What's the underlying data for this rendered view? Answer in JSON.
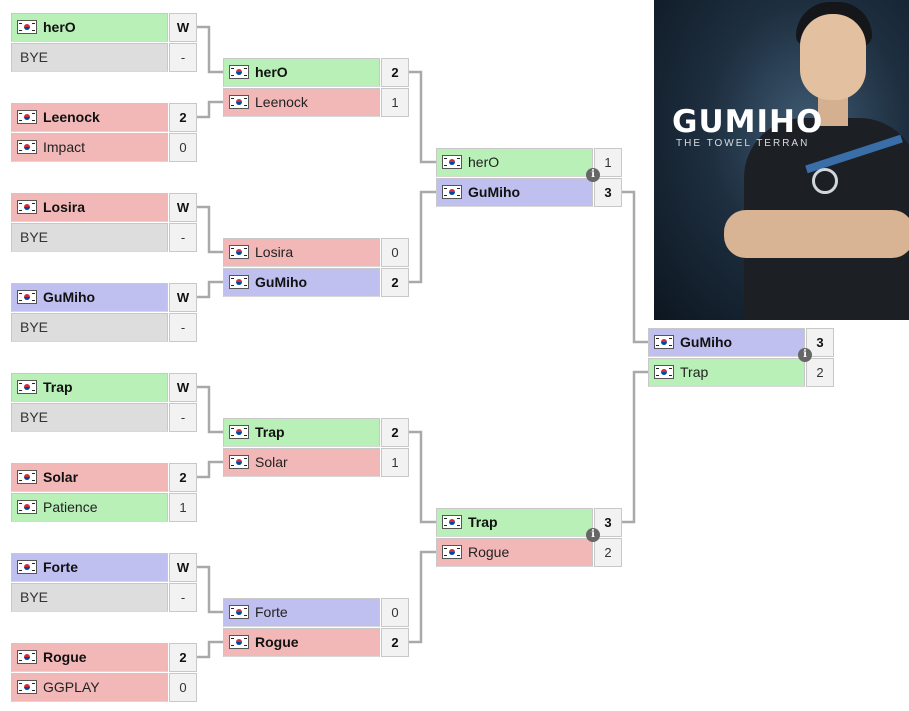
{
  "matches": {
    "r1": [
      {
        "p": [
          {
            "name": "herO",
            "score": "W",
            "win": true,
            "color": "green"
          },
          {
            "name": "BYE",
            "score": "-",
            "bye": true,
            "color": "gray"
          }
        ]
      },
      {
        "p": [
          {
            "name": "Leenock",
            "score": "2",
            "win": true,
            "color": "red"
          },
          {
            "name": "Impact",
            "score": "0",
            "color": "red"
          }
        ]
      },
      {
        "p": [
          {
            "name": "Losira",
            "score": "W",
            "win": true,
            "color": "red"
          },
          {
            "name": "BYE",
            "score": "-",
            "bye": true,
            "color": "gray"
          }
        ]
      },
      {
        "p": [
          {
            "name": "GuMiho",
            "score": "W",
            "win": true,
            "color": "blue"
          },
          {
            "name": "BYE",
            "score": "-",
            "bye": true,
            "color": "gray"
          }
        ]
      },
      {
        "p": [
          {
            "name": "Trap",
            "score": "W",
            "win": true,
            "color": "green"
          },
          {
            "name": "BYE",
            "score": "-",
            "bye": true,
            "color": "gray"
          }
        ]
      },
      {
        "p": [
          {
            "name": "Solar",
            "score": "2",
            "win": true,
            "color": "red"
          },
          {
            "name": "Patience",
            "score": "1",
            "color": "green"
          }
        ]
      },
      {
        "p": [
          {
            "name": "Forte",
            "score": "W",
            "win": true,
            "color": "blue"
          },
          {
            "name": "BYE",
            "score": "-",
            "bye": true,
            "color": "gray"
          }
        ]
      },
      {
        "p": [
          {
            "name": "Rogue",
            "score": "2",
            "win": true,
            "color": "red"
          },
          {
            "name": "GGPLAY",
            "score": "0",
            "color": "red"
          }
        ]
      }
    ],
    "r2": [
      {
        "p": [
          {
            "name": "herO",
            "score": "2",
            "win": true,
            "color": "green"
          },
          {
            "name": "Leenock",
            "score": "1",
            "color": "red"
          }
        ]
      },
      {
        "p": [
          {
            "name": "Losira",
            "score": "0",
            "color": "red"
          },
          {
            "name": "GuMiho",
            "score": "2",
            "win": true,
            "color": "blue"
          }
        ]
      },
      {
        "p": [
          {
            "name": "Trap",
            "score": "2",
            "win": true,
            "color": "green"
          },
          {
            "name": "Solar",
            "score": "1",
            "color": "red"
          }
        ]
      },
      {
        "p": [
          {
            "name": "Forte",
            "score": "0",
            "color": "blue"
          },
          {
            "name": "Rogue",
            "score": "2",
            "win": true,
            "color": "red"
          }
        ]
      }
    ],
    "r3": [
      {
        "info": true,
        "p": [
          {
            "name": "herO",
            "score": "1",
            "color": "green"
          },
          {
            "name": "GuMiho",
            "score": "3",
            "win": true,
            "color": "blue"
          }
        ]
      },
      {
        "info": true,
        "p": [
          {
            "name": "Trap",
            "score": "3",
            "win": true,
            "color": "green"
          },
          {
            "name": "Rogue",
            "score": "2",
            "color": "red"
          }
        ]
      }
    ],
    "r4": [
      {
        "info": true,
        "p": [
          {
            "name": "GuMiho",
            "score": "3",
            "win": true,
            "color": "blue"
          },
          {
            "name": "Trap",
            "score": "2",
            "color": "green"
          }
        ]
      }
    ]
  },
  "poster": {
    "title": "GUMIHO",
    "subtitle": "THE TOWEL TERRAN"
  },
  "icons": {
    "flag": "south-korea-flag-icon",
    "info": "info-icon"
  },
  "colors": {
    "green": "#b8f0b8",
    "red": "#f2b8b8",
    "blue": "#c0c0f0",
    "gray": "#dddddd",
    "line": "#a9a9a9"
  }
}
